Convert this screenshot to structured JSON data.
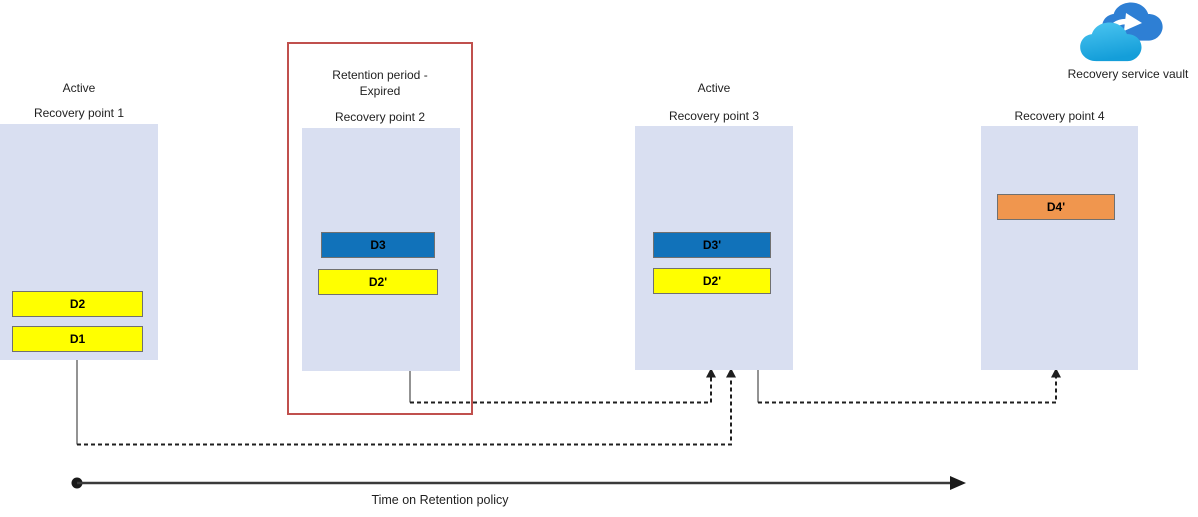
{
  "diagram": {
    "vault": {
      "label": "Recovery service vault"
    },
    "timeline": {
      "label": "Time on Retention policy"
    },
    "recovery_points": [
      {
        "status": "Active",
        "name": "Recovery point 1",
        "items": [
          {
            "label": "D2",
            "type": "yellow"
          },
          {
            "label": "D1",
            "type": "yellow"
          }
        ]
      },
      {
        "status_lines": [
          "Retention period -",
          "Expired"
        ],
        "name": "Recovery point 2",
        "highlighted_expired": true,
        "items": [
          {
            "label": "D3",
            "type": "blue"
          },
          {
            "label": "D2'",
            "type": "yellow"
          }
        ]
      },
      {
        "status": "Active",
        "name": "Recovery point 3",
        "items": [
          {
            "label": "D3'",
            "type": "blue"
          },
          {
            "label": "D2'",
            "type": "yellow"
          }
        ]
      },
      {
        "name": "Recovery point 4",
        "items": [
          {
            "label": "D4'",
            "type": "orange"
          }
        ]
      }
    ],
    "colors": {
      "panel": "#D9DFF1",
      "item_yellow": "#FFFF00",
      "item_blue": "#1172BA",
      "item_orange": "#F0964E",
      "expired_outline": "#C0504D",
      "connector_solid": "#595959",
      "connector_dashed": "#1f1f1f",
      "cloud_back": "#2E7FD4",
      "cloud_front_top": "#4CC5F1",
      "cloud_front_bottom": "#149ED9"
    }
  }
}
